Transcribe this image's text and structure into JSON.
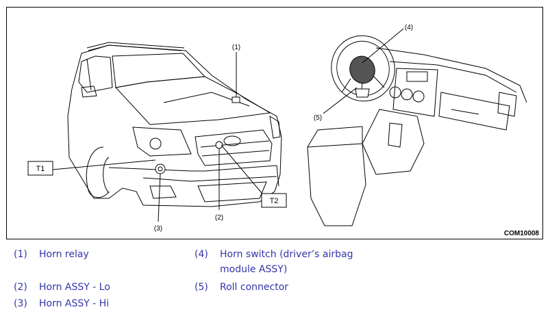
{
  "figure": {
    "id": "COM10008",
    "callouts": {
      "c1": "(1)",
      "c2": "(2)",
      "c3": "(3)",
      "c4": "(4)",
      "c5": "(5)"
    },
    "boxes": {
      "t1": "T1",
      "t2": "T2"
    }
  },
  "legend": [
    {
      "num": "(1)",
      "text": "Horn relay"
    },
    {
      "num": "(2)",
      "text": "Horn ASSY - Lo"
    },
    {
      "num": "(3)",
      "text": "Horn ASSY - Hi"
    },
    {
      "num": "(4)",
      "text": "Horn switch (driver’s airbag",
      "text2": "module ASSY)"
    },
    {
      "num": "(5)",
      "text": "Roll connector"
    }
  ],
  "colors": {
    "legend_text": "#3333aa",
    "line": "#000000"
  }
}
